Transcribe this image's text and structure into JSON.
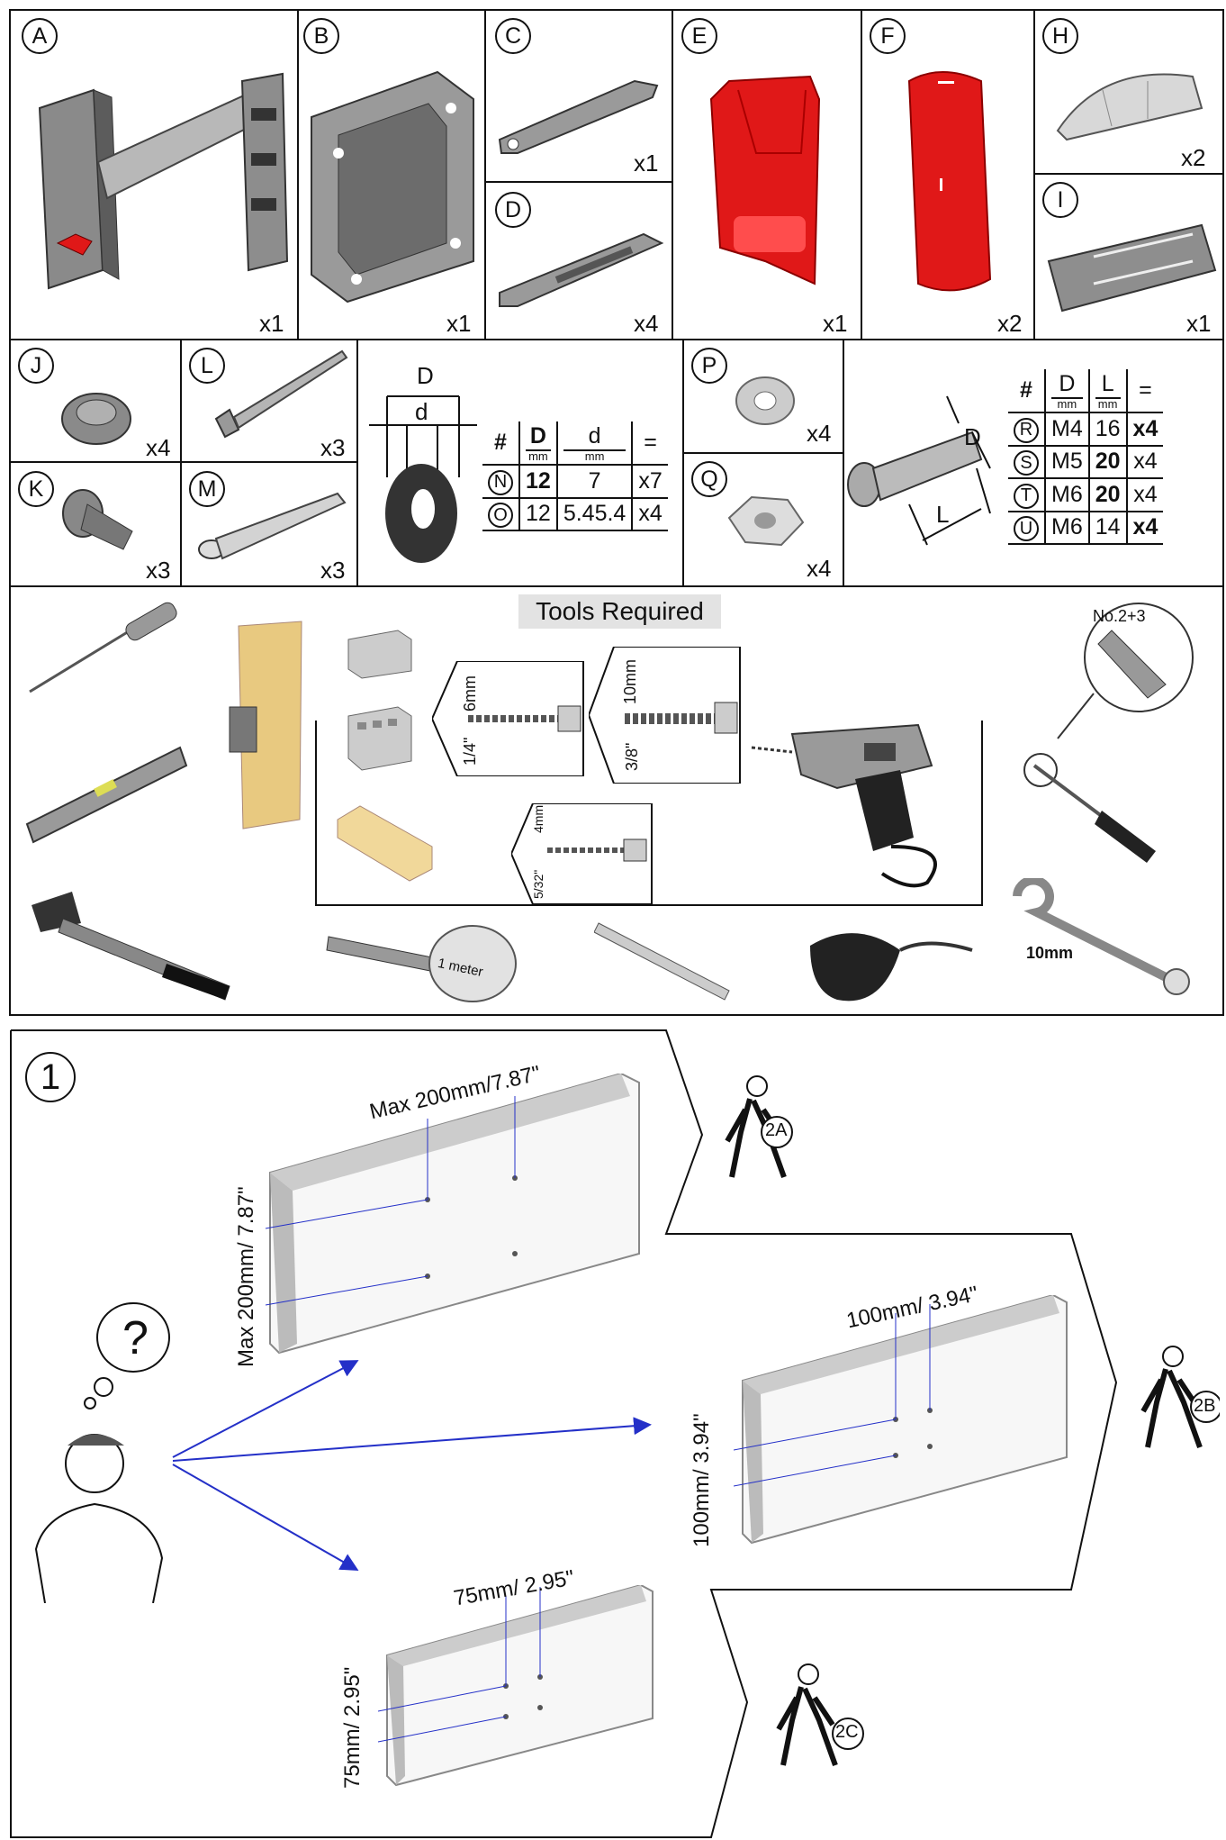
{
  "parts_row1": [
    {
      "letter": "A",
      "qty": "x1"
    },
    {
      "letter": "B",
      "qty": "x1"
    },
    {
      "letter": "C",
      "qty": "x1"
    },
    {
      "letter": "D",
      "qty": "x4"
    },
    {
      "letter": "E",
      "qty": "x1"
    },
    {
      "letter": "F",
      "qty": "x2"
    },
    {
      "letter": "H",
      "qty": "x2"
    },
    {
      "letter": "I",
      "qty": "x1"
    }
  ],
  "parts_row2": [
    {
      "letter": "J",
      "qty": "x4"
    },
    {
      "letter": "L",
      "qty": "x3"
    },
    {
      "letter": "K",
      "qty": "x3"
    },
    {
      "letter": "M",
      "qty": "x3"
    },
    {
      "letter": "P",
      "qty": "x4"
    },
    {
      "letter": "Q",
      "qty": "x4"
    }
  ],
  "washer_table": {
    "dim_D": "D",
    "dim_d": "d",
    "headers": {
      "hash": "#",
      "D": "D",
      "d": "d",
      "eq": "=",
      "unit": "mm"
    },
    "rows": [
      {
        "id": "N",
        "D": "12",
        "d": "7",
        "qty": "x7"
      },
      {
        "id": "O",
        "D": "12",
        "d": "5.45.4",
        "qty": "x4"
      }
    ]
  },
  "bolt_table": {
    "dim_D": "D",
    "dim_L": "L",
    "headers": {
      "hash": "#",
      "D": "D",
      "L": "L",
      "eq": "=",
      "unit": "mm"
    },
    "rows": [
      {
        "id": "R",
        "D": "M4",
        "L": "16",
        "qty": "x4"
      },
      {
        "id": "S",
        "D": "M5",
        "L": "20",
        "qty": "x4"
      },
      {
        "id": "T",
        "D": "M6",
        "L": "20",
        "qty": "x4"
      },
      {
        "id": "U",
        "D": "M6",
        "L": "14",
        "qty": "x4"
      }
    ]
  },
  "tools": {
    "title": "Tools Required",
    "drill_bits": [
      {
        "metric": "6mm",
        "imperial": "1/4\""
      },
      {
        "metric": "10mm",
        "imperial": "3/8\""
      },
      {
        "metric": "4mm",
        "imperial": "5/32\""
      }
    ],
    "screwdriver": "No.2+3",
    "tape": "1 meter",
    "wrench": "10mm"
  },
  "step1": {
    "number": "1",
    "large": {
      "h": "Max 200mm/7.87\"",
      "v": "Max 200mm/ 7.87\"",
      "go": "2A"
    },
    "medium": {
      "h": "100mm/ 3.94\"",
      "v": "100mm/ 3.94\"",
      "go": "2B"
    },
    "small": {
      "h": "75mm/ 2.95\"",
      "v": "75mm/ 2.95\"",
      "go": "2C"
    },
    "question": "?"
  },
  "colors": {
    "red": "#e01818",
    "arrow": "#2430c8",
    "gray": "#9a9a9a"
  }
}
